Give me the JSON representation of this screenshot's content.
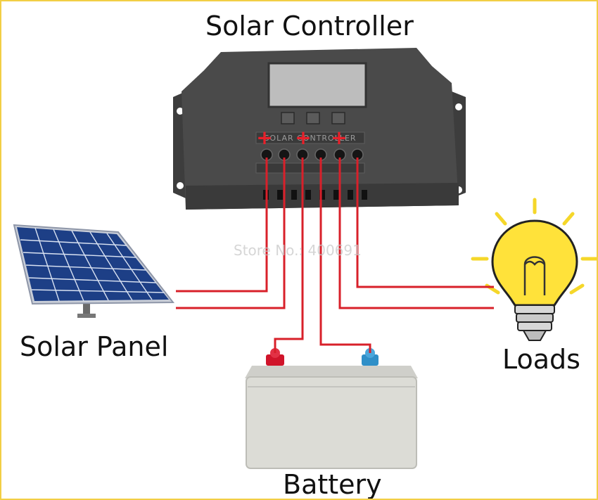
{
  "diagram": {
    "title": "Solar Controller",
    "nodes": {
      "solar_panel": {
        "label": "Solar Panel"
      },
      "loads": {
        "label": "Loads"
      },
      "battery": {
        "label": "Battery"
      },
      "controller": {
        "label": "Solar Controller",
        "faceplate_text": "SOLAR CONTROLLER",
        "polarity_marks": [
          "+",
          "+",
          "+"
        ]
      }
    },
    "watermark": "Store No.: 400691",
    "edges": [
      {
        "from": "solar_panel",
        "to": "controller",
        "terminal": "solar +"
      },
      {
        "from": "solar_panel",
        "to": "controller",
        "terminal": "solar -"
      },
      {
        "from": "battery",
        "to": "controller",
        "terminal": "battery +"
      },
      {
        "from": "battery",
        "to": "controller",
        "terminal": "battery -"
      },
      {
        "from": "loads",
        "to": "controller",
        "terminal": "load +"
      },
      {
        "from": "loads",
        "to": "controller",
        "terminal": "load -"
      }
    ]
  },
  "colors": {
    "wire": "#d8202a",
    "controller_body": "#4a4a4a",
    "bulb": "#ffe23a",
    "rays": "#f5d72a",
    "panel_cells": "#1d3f86",
    "battery_case": "#dcdcd6",
    "frame": "#f2cf45",
    "battery_pos_clip": "#d0142a",
    "battery_neg_clip": "#2f8fc8"
  }
}
